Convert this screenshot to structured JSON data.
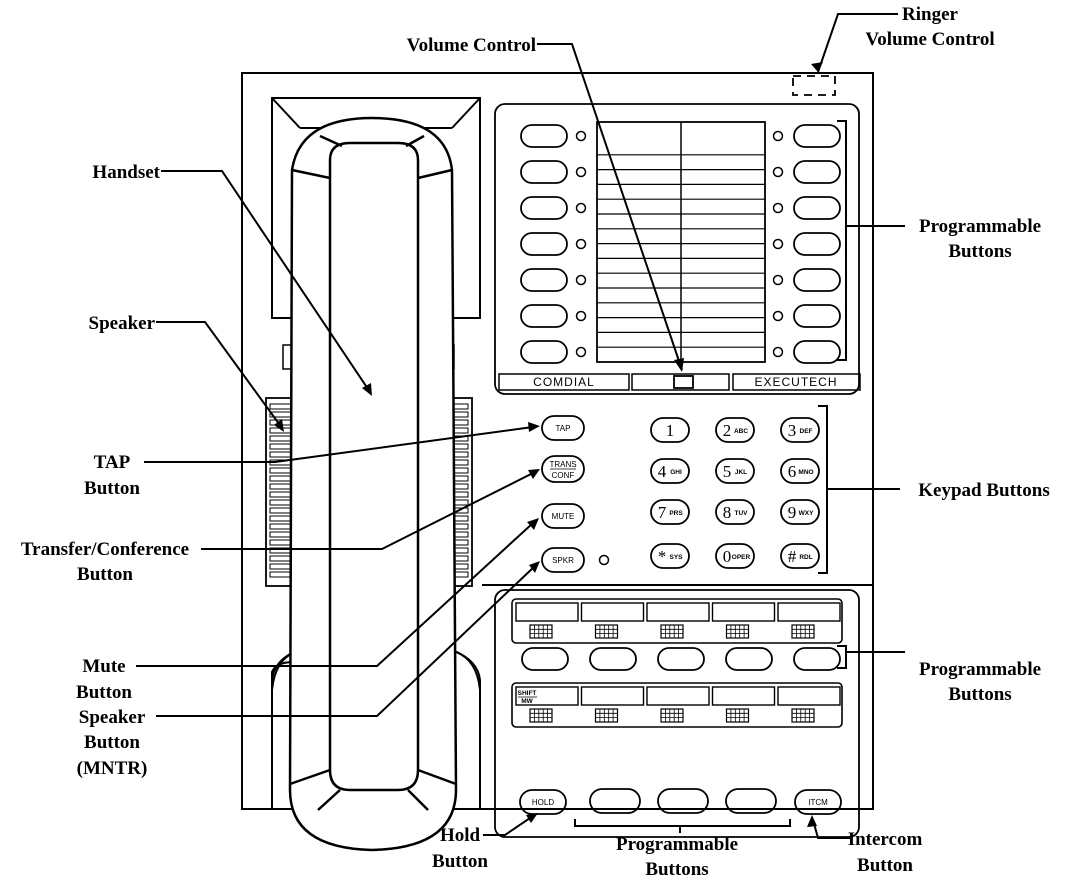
{
  "callouts": {
    "ringer_volume_line1": "Ringer",
    "ringer_volume_line2": "Volume Control",
    "volume_control": "Volume Control",
    "handset": "Handset",
    "programmable_right_line1": "Programmable",
    "programmable_right_line2": "Buttons",
    "speaker": "Speaker",
    "tap_line1": "TAP",
    "tap_line2": "Button",
    "keypad": "Keypad Buttons",
    "transfer_line1": "Transfer/Conference",
    "transfer_line2": "Button",
    "programmable_mid_line1": "Programmable",
    "programmable_mid_line2": "Buttons",
    "mute_line1": "Mute",
    "mute_line2": "Button",
    "speaker_btn_line1": "Speaker",
    "speaker_btn_line2": "Button",
    "speaker_btn_line3": "(MNTR)",
    "hold_line1": "Hold",
    "hold_line2": "Button",
    "programmable_bottom_line1": "Programmable",
    "programmable_bottom_line2": "Buttons",
    "intercom_line1": "Intercom",
    "intercom_line2": "Button"
  },
  "phone": {
    "brand_left": "COMDIAL",
    "brand_right": "EXECUTECH",
    "buttons": {
      "tap": "TAP",
      "trans": "TRANS",
      "conf": "CONF",
      "mute": "MUTE",
      "spkr": "SPKR",
      "hold": "HOLD",
      "itcm": "ITCM",
      "shift": "SHIFT",
      "mw": "MW"
    },
    "keypad": [
      {
        "digit": "1",
        "letters": ""
      },
      {
        "digit": "2",
        "letters": "ABC"
      },
      {
        "digit": "3",
        "letters": "DEF"
      },
      {
        "digit": "4",
        "letters": "GHI"
      },
      {
        "digit": "5",
        "letters": "JKL"
      },
      {
        "digit": "6",
        "letters": "MNO"
      },
      {
        "digit": "7",
        "letters": "PRS"
      },
      {
        "digit": "8",
        "letters": "TUV"
      },
      {
        "digit": "9",
        "letters": "WXY"
      },
      {
        "digit": "*",
        "letters": "SYS"
      },
      {
        "digit": "0",
        "letters": "OPER"
      },
      {
        "digit": "#",
        "letters": "RDL"
      }
    ]
  }
}
